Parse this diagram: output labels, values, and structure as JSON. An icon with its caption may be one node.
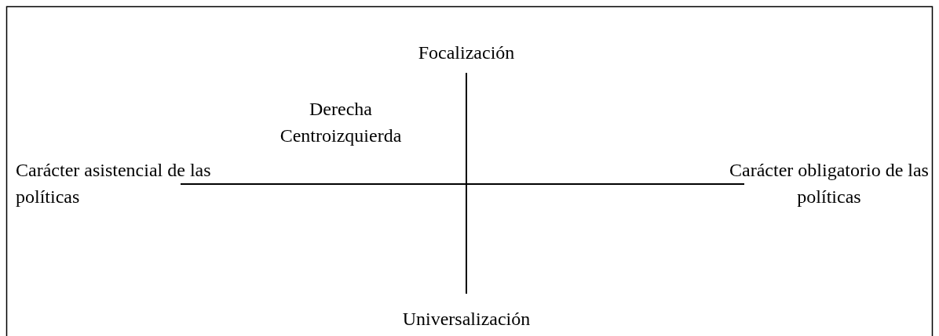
{
  "diagram": {
    "labels": [
      "Focalización",
      "Derecha",
      "Centroizquierda",
      "Carácter asistencial de las políticas",
      "Carácter obligatorio de las políticas",
      "Universalización"
    ]
  }
}
